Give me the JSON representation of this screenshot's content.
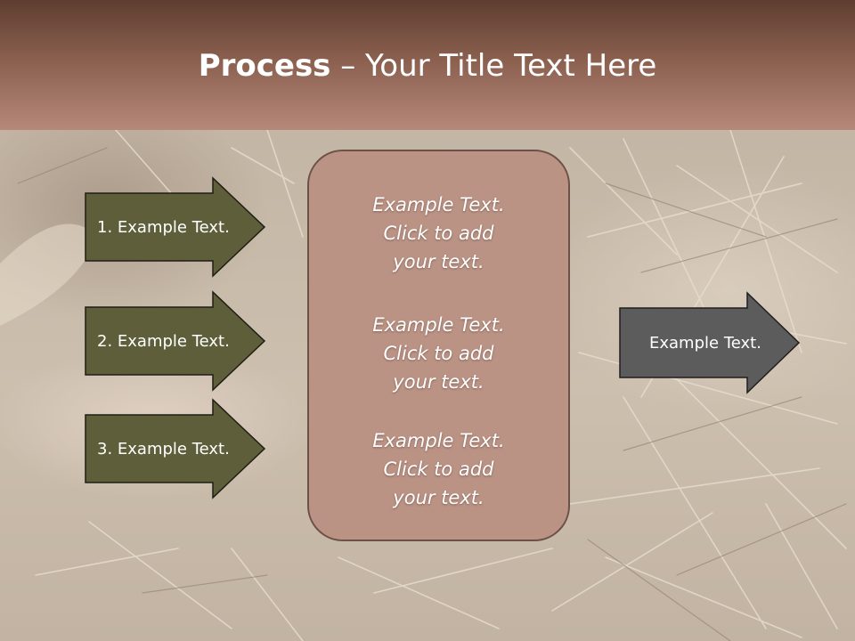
{
  "slide": {
    "title_bold": "Process",
    "title_rest": " – Your Title Text Here"
  },
  "left_arrows": [
    {
      "label": "1. Example Text."
    },
    {
      "label": "2. Example Text."
    },
    {
      "label": "3. Example Text."
    }
  ],
  "center_box": {
    "blocks": [
      {
        "line1": "Example Text.",
        "line2": "Click  to add",
        "line3": "your text."
      },
      {
        "line1": "Example Text.",
        "line2": "Click  to add",
        "line3": "your text."
      },
      {
        "line1": "Example Text.",
        "line2": "Click  to add",
        "line3": "your text."
      }
    ]
  },
  "right_arrow": {
    "label": "Example Text."
  },
  "colors": {
    "left_arrow_fill": "#5e5f3a",
    "right_arrow_fill": "#5c5c5c",
    "center_box_fill": "#bb9385",
    "header_top": "#5e3e31",
    "header_bottom": "#b6887a"
  }
}
